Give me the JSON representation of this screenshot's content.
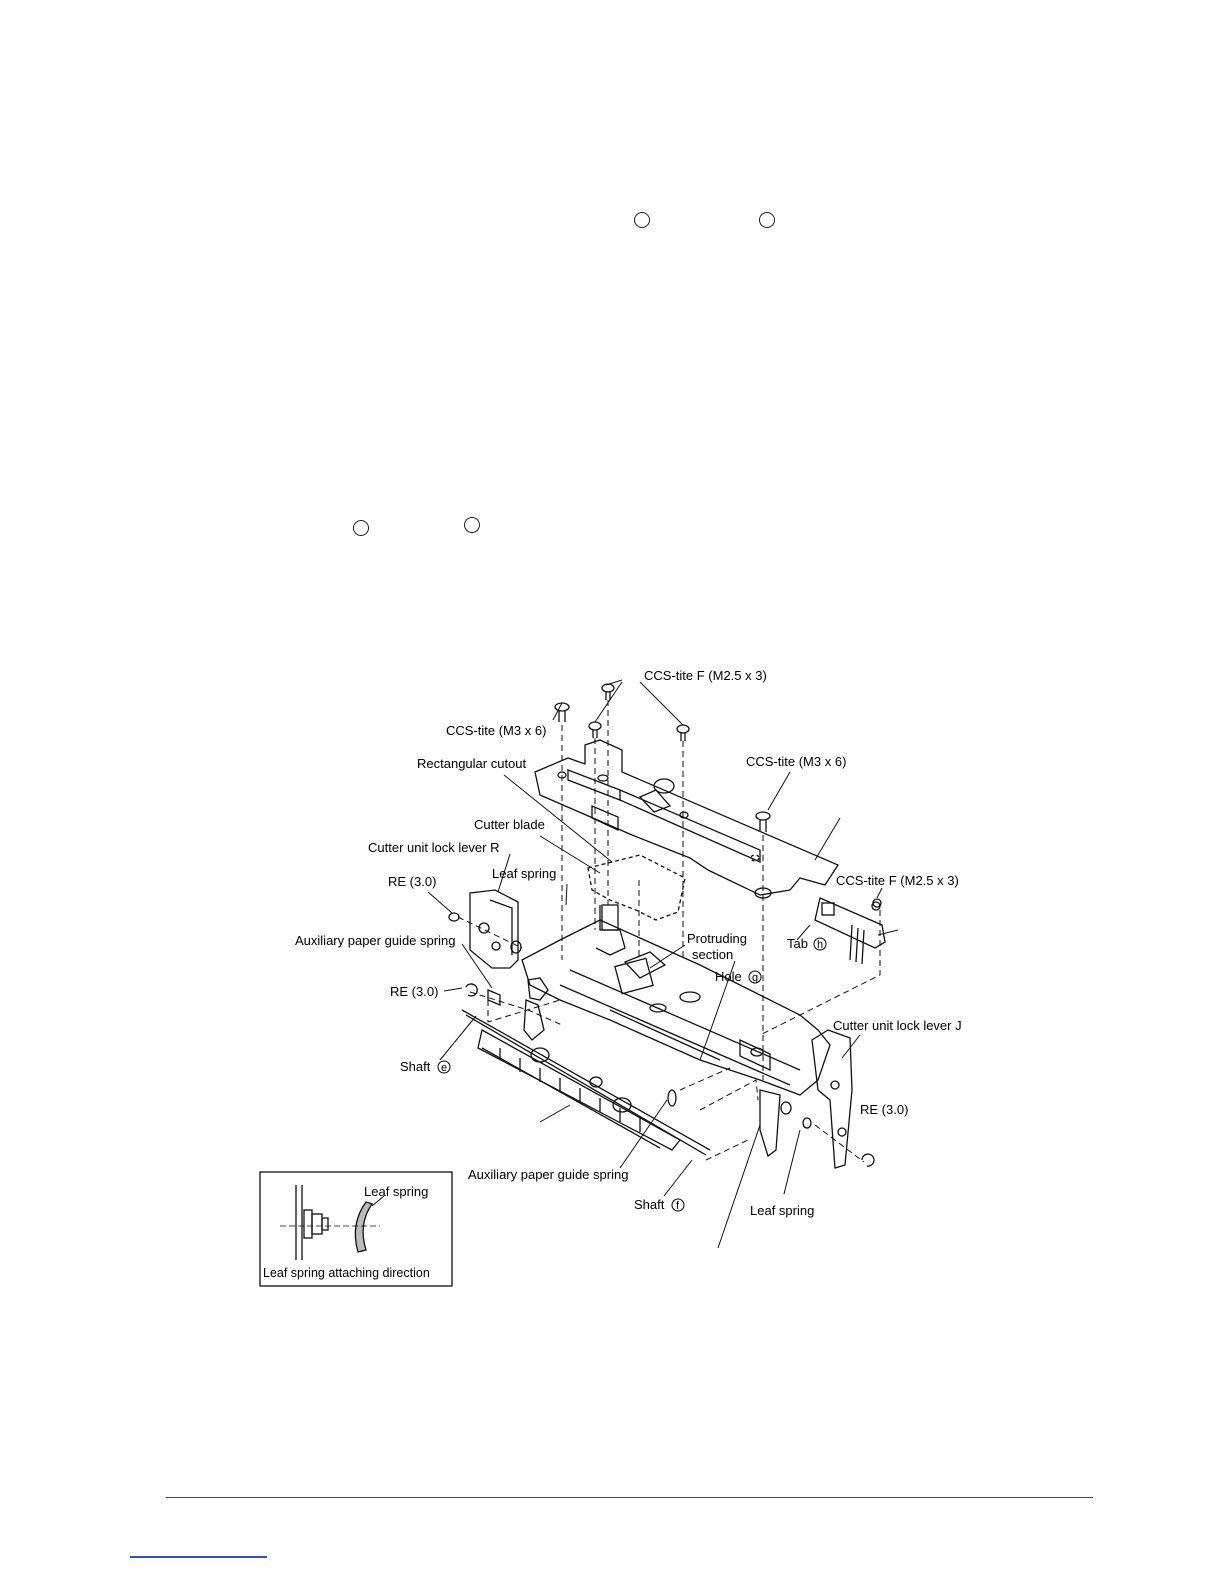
{
  "figure": {
    "labels": {
      "ccs_tite_f_top": "CCS-tite F (M2.5 x 3)",
      "ccs_tite_m3_left": "CCS-tite (M3 x 6)",
      "rectangular_cutout": "Rectangular cutout",
      "ccs_tite_m3_right": "CCS-tite (M3 x 6)",
      "cutter_blade": "Cutter blade",
      "cutter_unit_lock_lever_r": "Cutter unit lock lever R",
      "leaf_spring_top": "Leaf spring",
      "re_left_top": "RE (3.0)",
      "ccs_tite_f_right": "CCS-tite F (M2.5 x 3)",
      "aux_spring_left": "Auxiliary paper guide spring",
      "protruding_1": "Protruding",
      "protruding_2": "section",
      "tab_h": "Tab",
      "tab_h_mark": "h",
      "hole_g": "Hole",
      "hole_g_mark": "g",
      "re_left_mid": "RE (3.0)",
      "cutter_unit_lock_lever_j": "Cutter unit lock lever J",
      "shaft_e": "Shaft",
      "shaft_e_mark": "e",
      "re_right": "RE (3.0)",
      "aux_spring_bottom": "Auxiliary paper guide spring",
      "shaft_f": "Shaft",
      "shaft_f_mark": "f",
      "leaf_spring_bottom": "Leaf spring"
    },
    "inset": {
      "leaf_spring": "Leaf spring",
      "caption": "Leaf spring attaching direction"
    }
  }
}
